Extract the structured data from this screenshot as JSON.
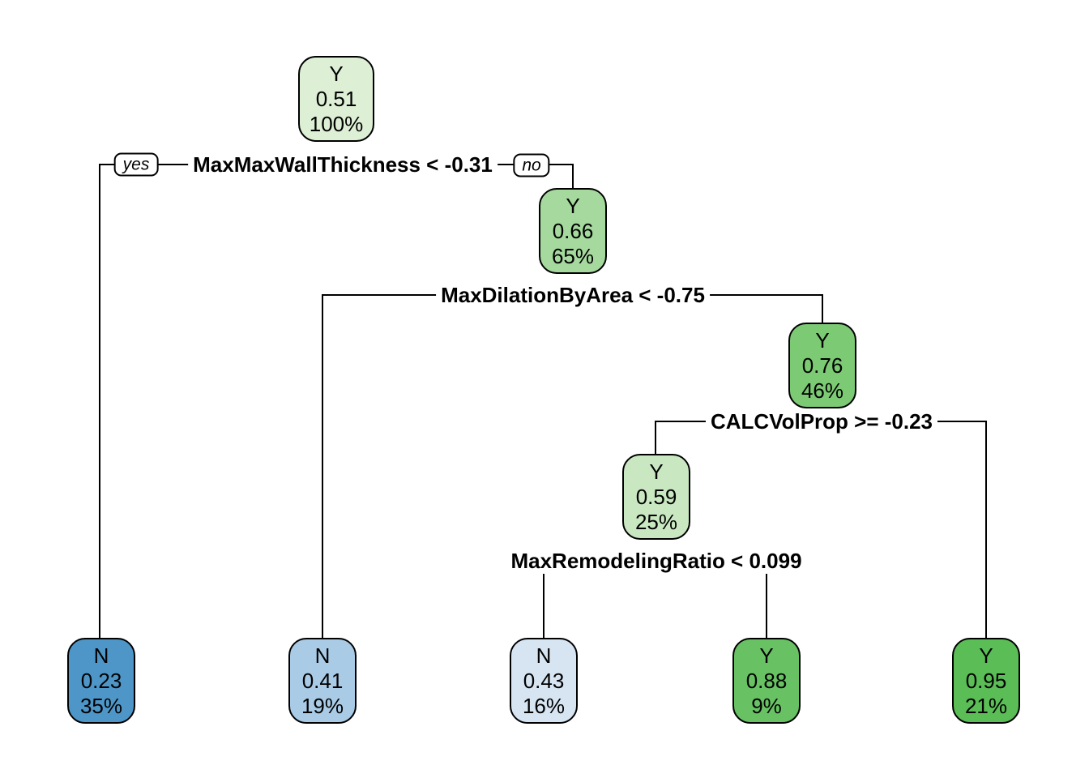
{
  "figure": {
    "type": "decision-tree",
    "background": "#ffffff",
    "line_color": "#000000",
    "branch_labels": {
      "yes": "yes",
      "no": "no"
    },
    "splits": [
      {
        "condition": "MaxMaxWallThickness < -0.31"
      },
      {
        "condition": "MaxDilationByArea < -0.75"
      },
      {
        "condition": "CALCVolProp >= -0.23"
      },
      {
        "condition": "MaxRemodelingRatio < 0.099"
      }
    ],
    "nodes": [
      {
        "role": "root",
        "class_label": "Y",
        "probability": "0.51",
        "percentage": "100%",
        "fill": "#ddefd5"
      },
      {
        "role": "internal",
        "class_label": "Y",
        "probability": "0.66",
        "percentage": "65%",
        "fill": "#a5d99d"
      },
      {
        "role": "internal",
        "class_label": "Y",
        "probability": "0.76",
        "percentage": "46%",
        "fill": "#7cca74"
      },
      {
        "role": "internal",
        "class_label": "Y",
        "probability": "0.59",
        "percentage": "25%",
        "fill": "#c9e8c1"
      },
      {
        "role": "leaf",
        "class_label": "N",
        "probability": "0.23",
        "percentage": "35%",
        "fill": "#4e96c8"
      },
      {
        "role": "leaf",
        "class_label": "N",
        "probability": "0.41",
        "percentage": "19%",
        "fill": "#a9cbe6"
      },
      {
        "role": "leaf",
        "class_label": "N",
        "probability": "0.43",
        "percentage": "16%",
        "fill": "#d7e5f3"
      },
      {
        "role": "leaf",
        "class_label": "Y",
        "probability": "0.88",
        "percentage": "9%",
        "fill": "#68c263"
      },
      {
        "role": "leaf",
        "class_label": "Y",
        "probability": "0.95",
        "percentage": "21%",
        "fill": "#5abd55"
      }
    ]
  }
}
